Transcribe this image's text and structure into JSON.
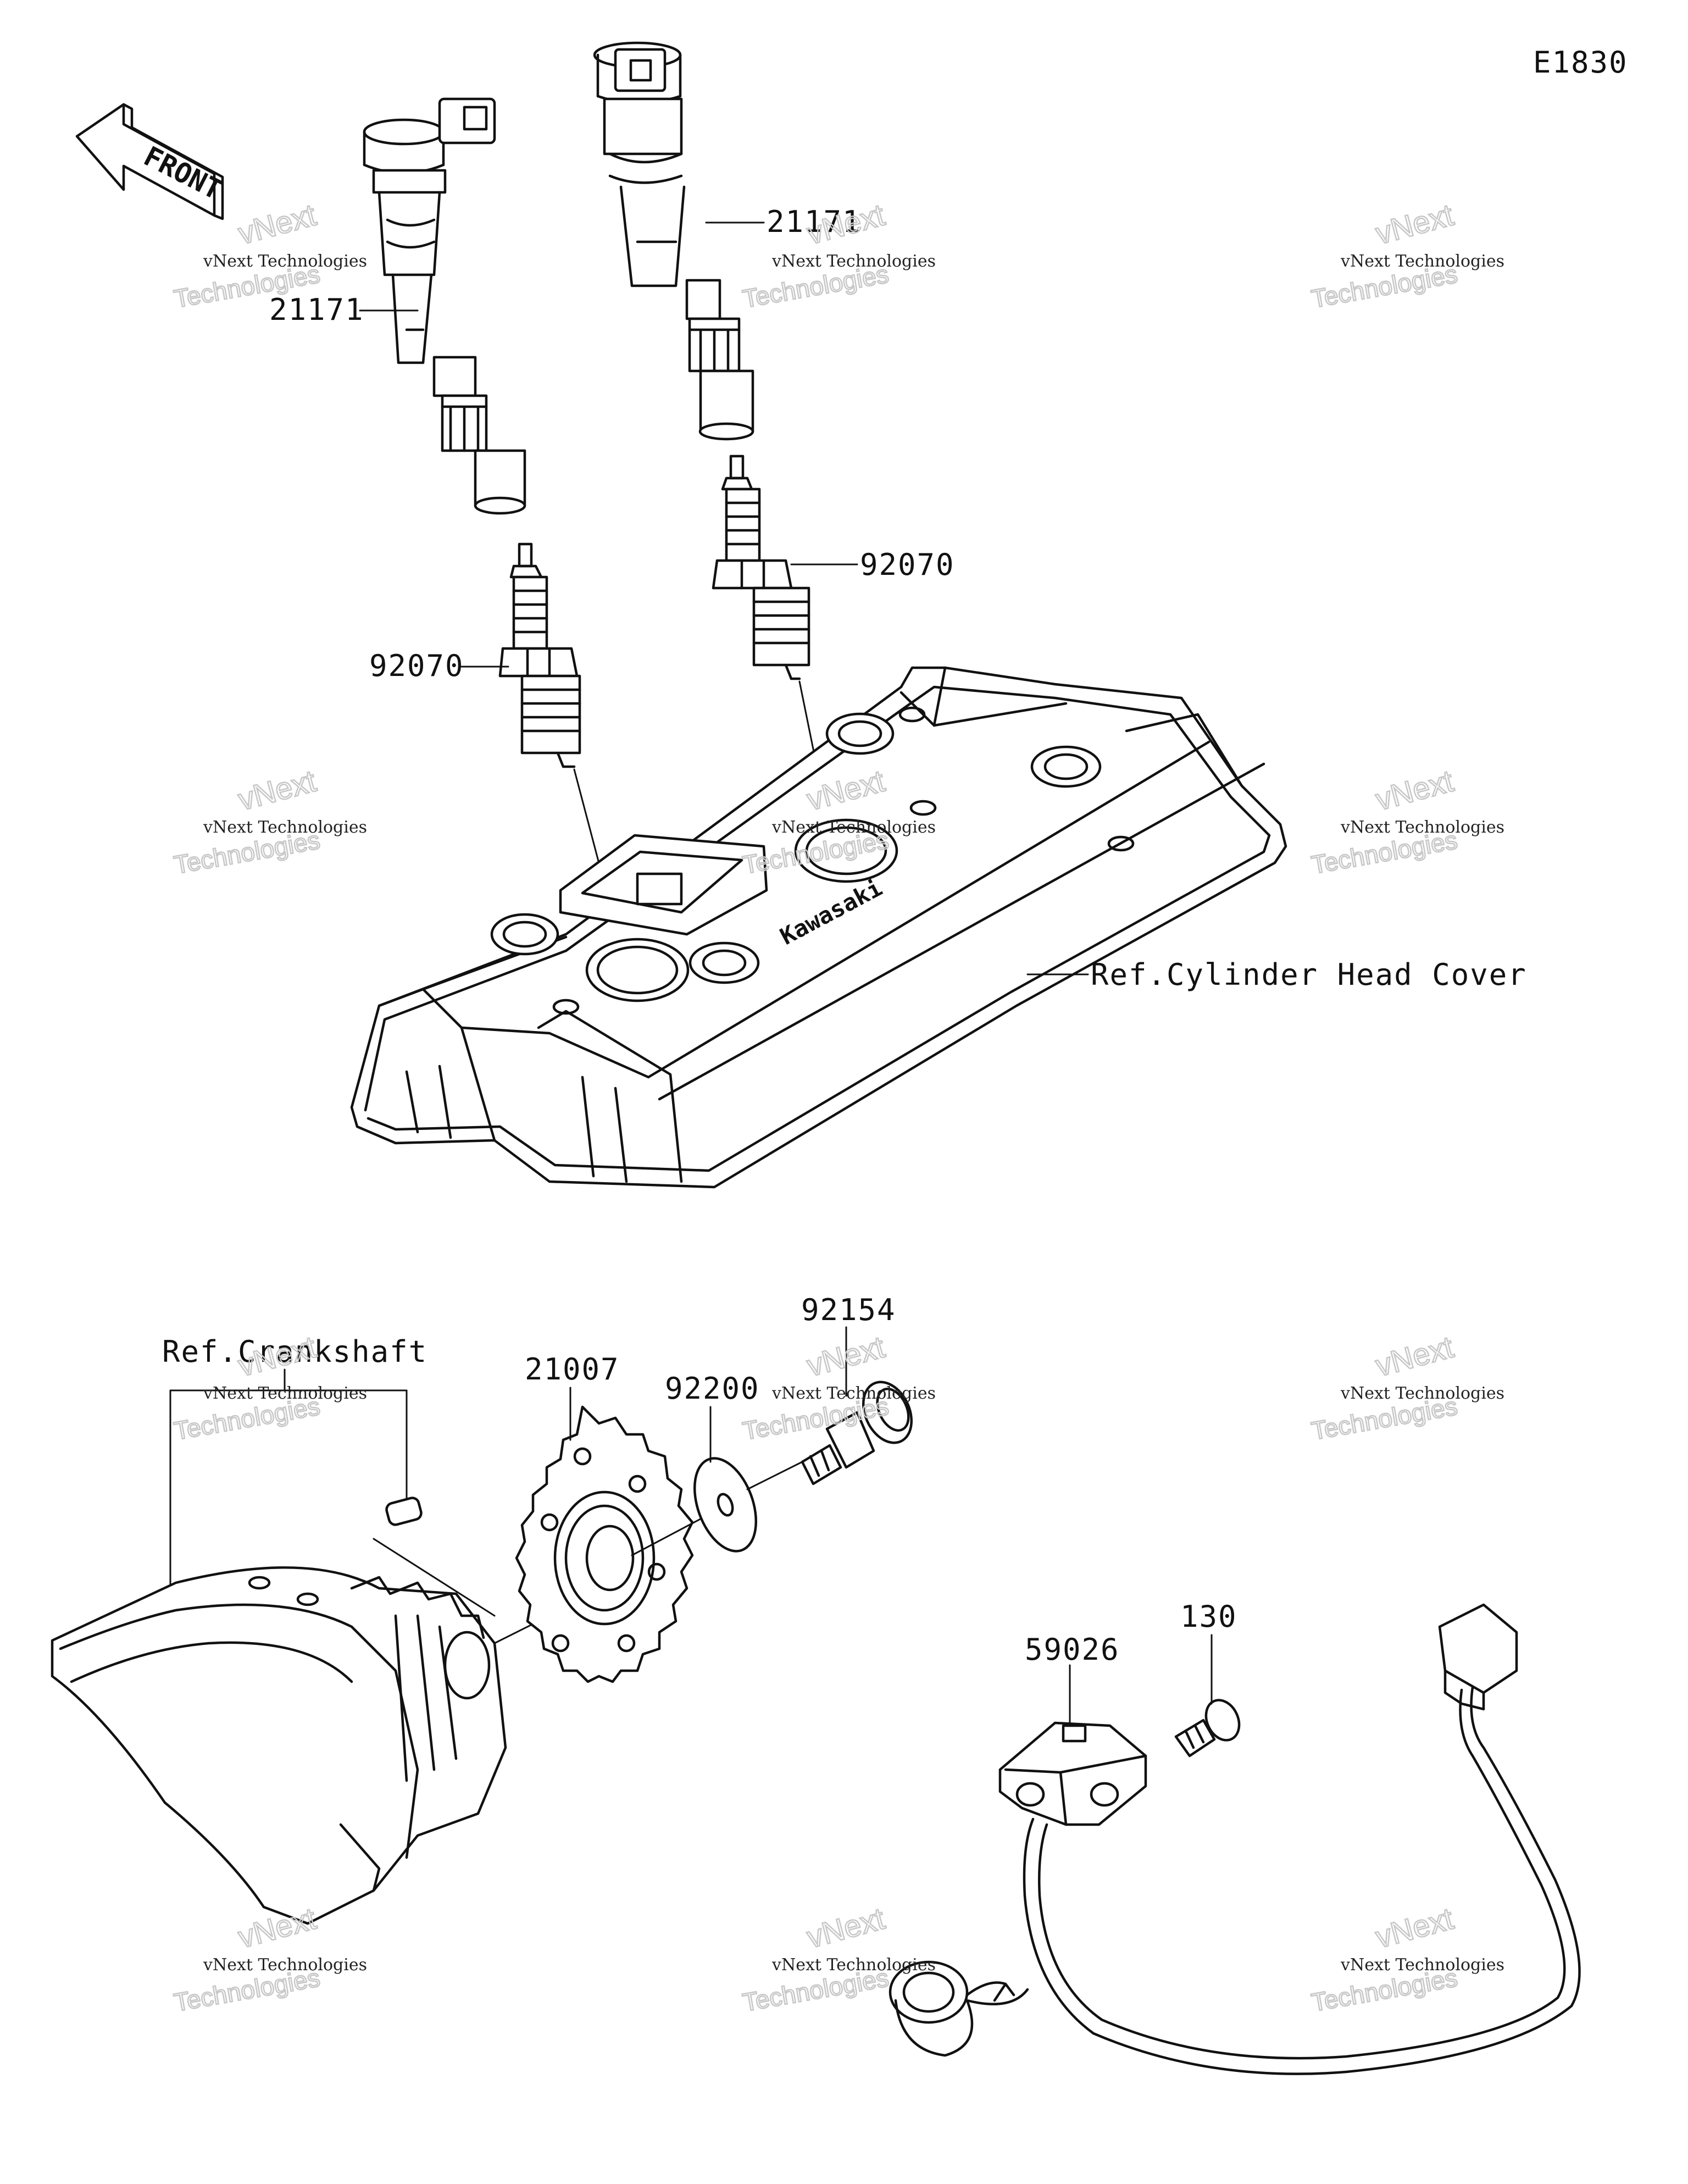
{
  "diagram": {
    "code": "E1830",
    "front_label": "FRONT",
    "labels": {
      "coil_left": "21171",
      "coil_right": "21171",
      "plug_left": "92070",
      "plug_right": "92070",
      "head_cover": "Ref.Cylinder Head Cover",
      "crankshaft": "Ref.Crankshaft",
      "rotor": "21007",
      "washer": "92200",
      "bolt": "92154",
      "sensor": "59026",
      "sensor_bolt": "130"
    },
    "cover_logo": "Kawasaki",
    "watermark": {
      "brand": "vNext Technologies",
      "big_top": "vNext",
      "big_bottom": "Technologies"
    }
  }
}
